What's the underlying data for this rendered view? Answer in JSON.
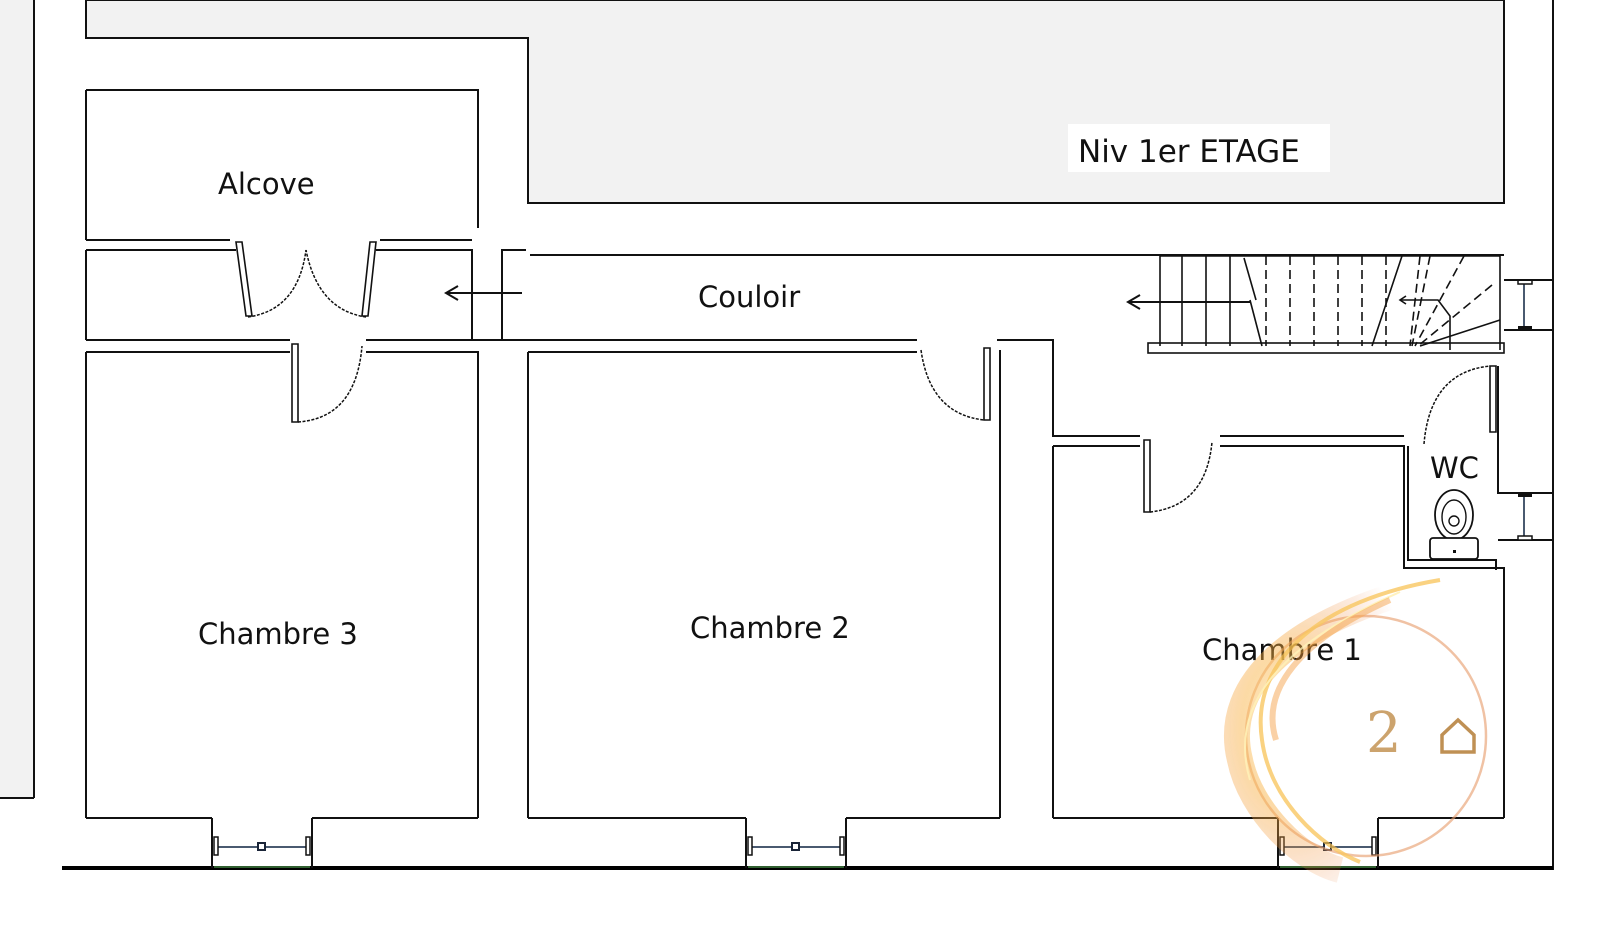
{
  "plan": {
    "level_label": "Niv 1er ETAGE",
    "rooms": [
      {
        "id": "alcove",
        "label": "Alcove"
      },
      {
        "id": "couloir",
        "label": "Couloir"
      },
      {
        "id": "chambre3",
        "label": "Chambre 3"
      },
      {
        "id": "chambre2",
        "label": "Chambre 2"
      },
      {
        "id": "chambre1",
        "label": "Chambre 1"
      },
      {
        "id": "wc",
        "label": "WC"
      }
    ],
    "fixtures": [
      "toilet",
      "staircase",
      "double-door",
      "single-doors",
      "windows"
    ]
  },
  "watermark": {
    "number": "2",
    "icon": "house-icon",
    "colors": {
      "flare": "#f5a623",
      "gold": "#c79a5e",
      "house": "#b98442"
    }
  },
  "colors": {
    "wall": "#111111",
    "exterior_fill": "#f2f2f2",
    "window": "#4a5a70",
    "window_sill": "#4c9a4c"
  }
}
